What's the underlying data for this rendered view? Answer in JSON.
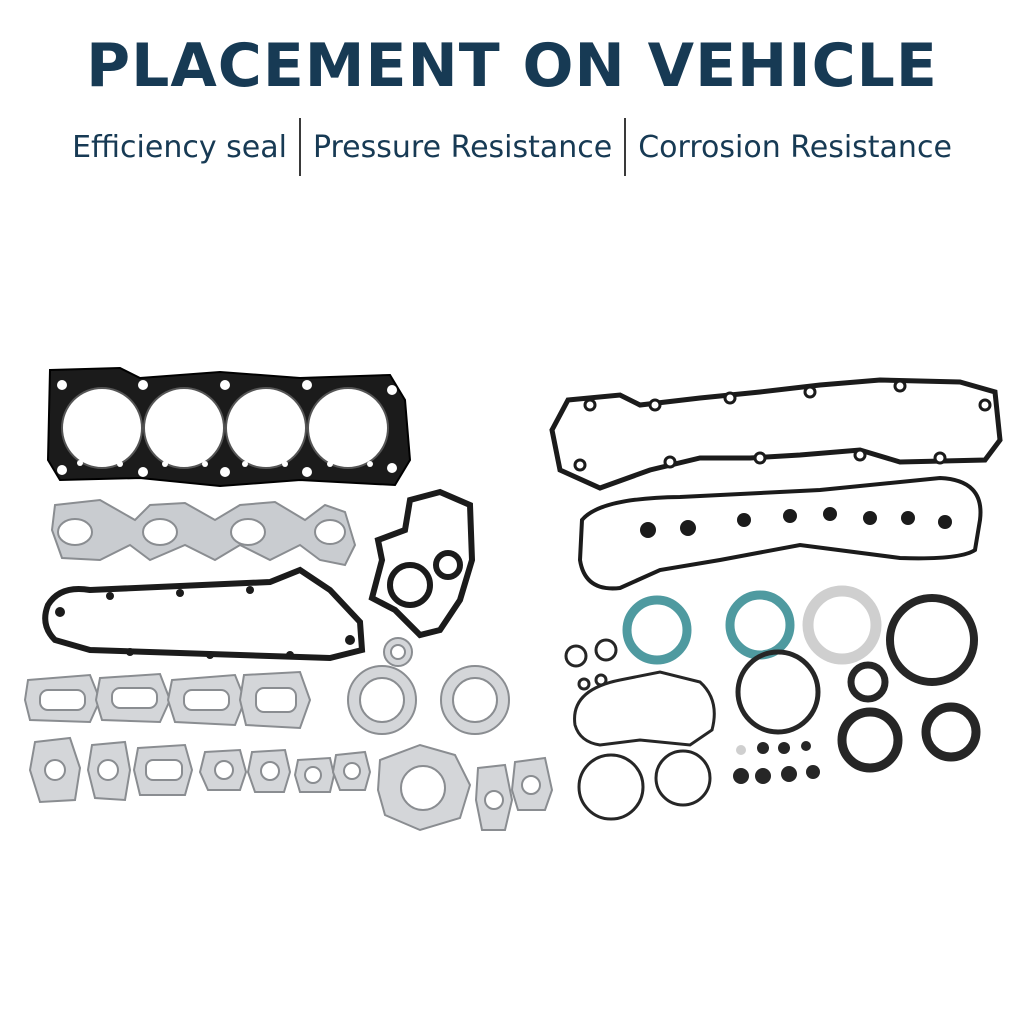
{
  "header": {
    "title": "PLACEMENT ON VEHICLE",
    "features": [
      "Efficiency seal",
      "Pressure Resistance",
      "Corrosion Resistance"
    ]
  },
  "colors": {
    "heading": "#173a54",
    "gasket_dark": "#1b1b1b",
    "gasket_metal": "#c9ccd0",
    "ring_teal": "#4f9aa0",
    "seal_black": "#262626"
  },
  "icons": {
    "left_set": "head-gasket-set-image",
    "right_set": "cover-gasket-and-seal-set-image"
  }
}
